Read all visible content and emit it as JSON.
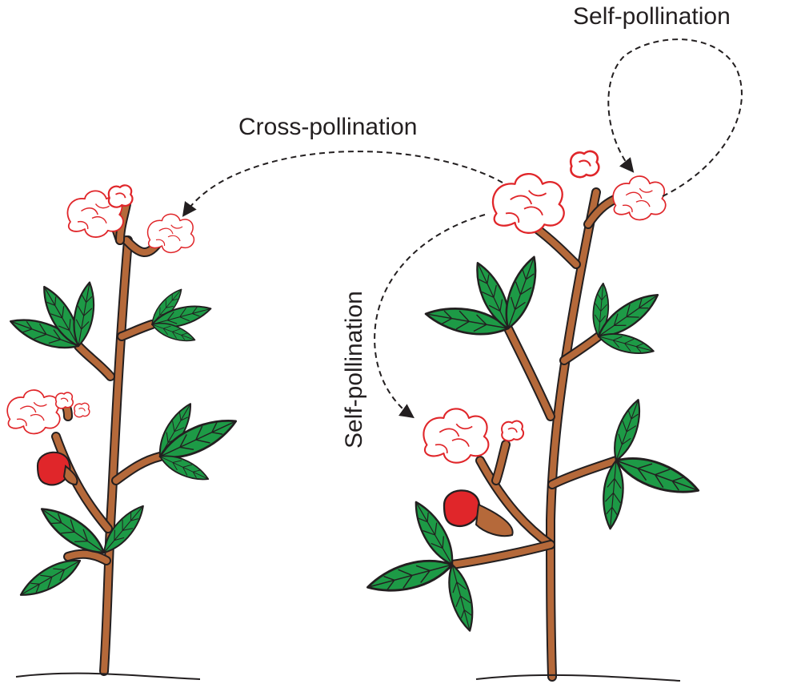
{
  "labels": {
    "self_pollination_top": "Self-pollination",
    "cross_pollination": "Cross-pollination",
    "self_pollination_side": "Self-pollination"
  },
  "colors": {
    "leaf": "#1d9a46",
    "stem": "#b5693a",
    "flower_outline": "#e0262a",
    "boll": "#e0262a",
    "arrow": "#231f20"
  },
  "icons": [
    "cotton-plant-left",
    "cotton-plant-right",
    "flower",
    "boll",
    "dashed-arrow"
  ]
}
